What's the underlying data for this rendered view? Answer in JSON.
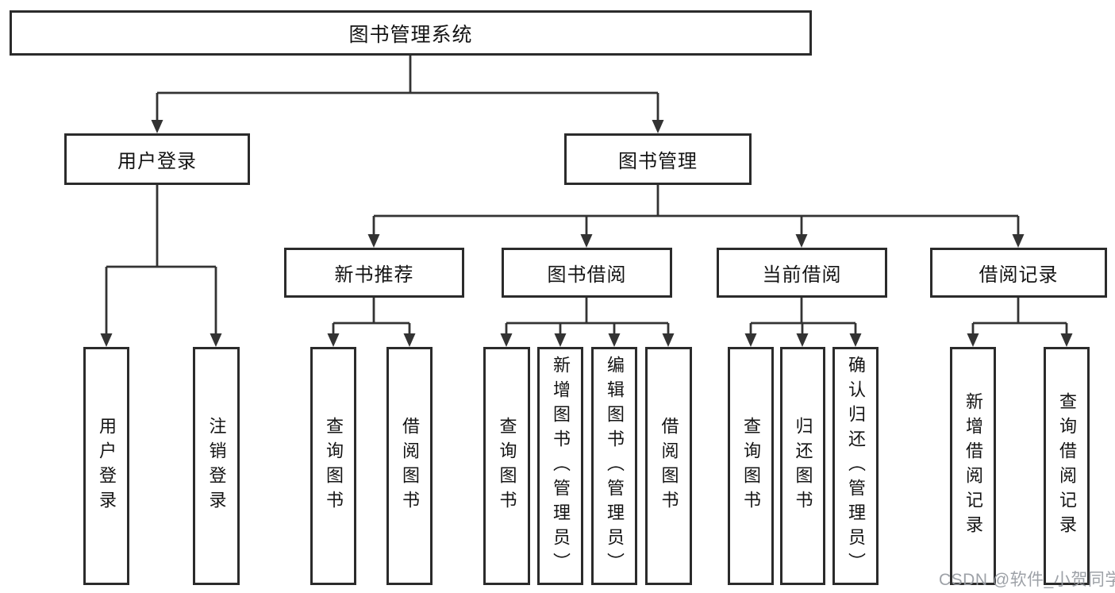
{
  "diagram": {
    "root": {
      "label": "图书管理系统"
    },
    "branches": [
      {
        "label": "用户登录",
        "children": [
          {
            "label": "用户登录"
          },
          {
            "label": "注销登录"
          }
        ]
      },
      {
        "label": "图书管理",
        "children": [
          {
            "label": "新书推荐",
            "children": [
              {
                "label": "查询图书"
              },
              {
                "label": "借阅图书"
              }
            ]
          },
          {
            "label": "图书借阅",
            "children": [
              {
                "label": "查询图书"
              },
              {
                "label": "新增图书（管理员）"
              },
              {
                "label": "编辑图书（管理员）"
              },
              {
                "label": "借阅图书"
              }
            ]
          },
          {
            "label": "当前借阅",
            "children": [
              {
                "label": "查询图书"
              },
              {
                "label": "归还图书"
              },
              {
                "label": "确认归还（管理员）"
              }
            ]
          },
          {
            "label": "借阅记录",
            "children": [
              {
                "label": "新增借阅记录"
              },
              {
                "label": "查询借阅记录"
              }
            ]
          }
        ]
      }
    ]
  },
  "watermark": {
    "text": "CSDN @软件_小贺同学"
  },
  "colors": {
    "line": "#333333",
    "box_border": "#2b2b2b",
    "box_fill": "#ffffff",
    "text": "#141414",
    "watermark": "#989ca2"
  }
}
